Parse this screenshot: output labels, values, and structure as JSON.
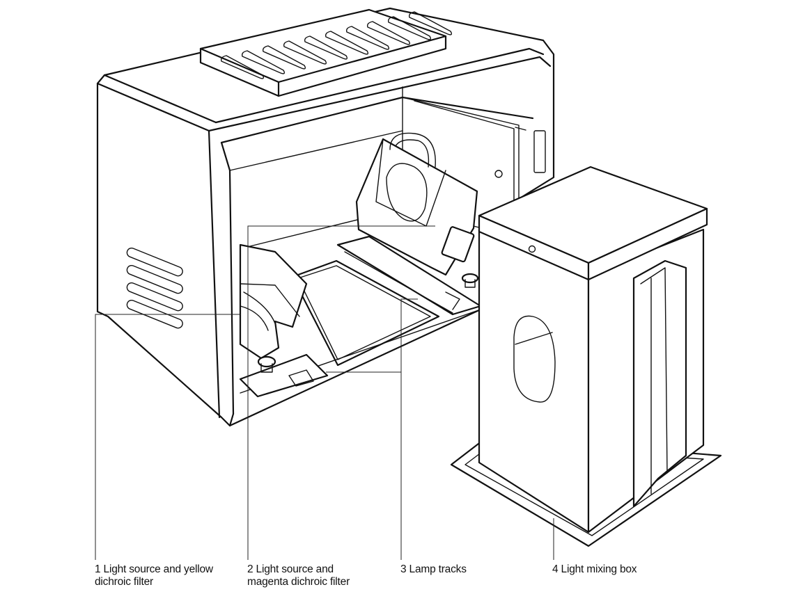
{
  "callouts": [
    {
      "number": "1",
      "line1": "1 Light source and yellow",
      "line2": "dichroic filter"
    },
    {
      "number": "2",
      "line1": "2 Light source and",
      "line2": "magenta dichroic filter"
    },
    {
      "number": "3",
      "line1": "3 Lamp tracks",
      "line2": ""
    },
    {
      "number": "4",
      "line1": "4 Light mixing box",
      "line2": ""
    }
  ]
}
